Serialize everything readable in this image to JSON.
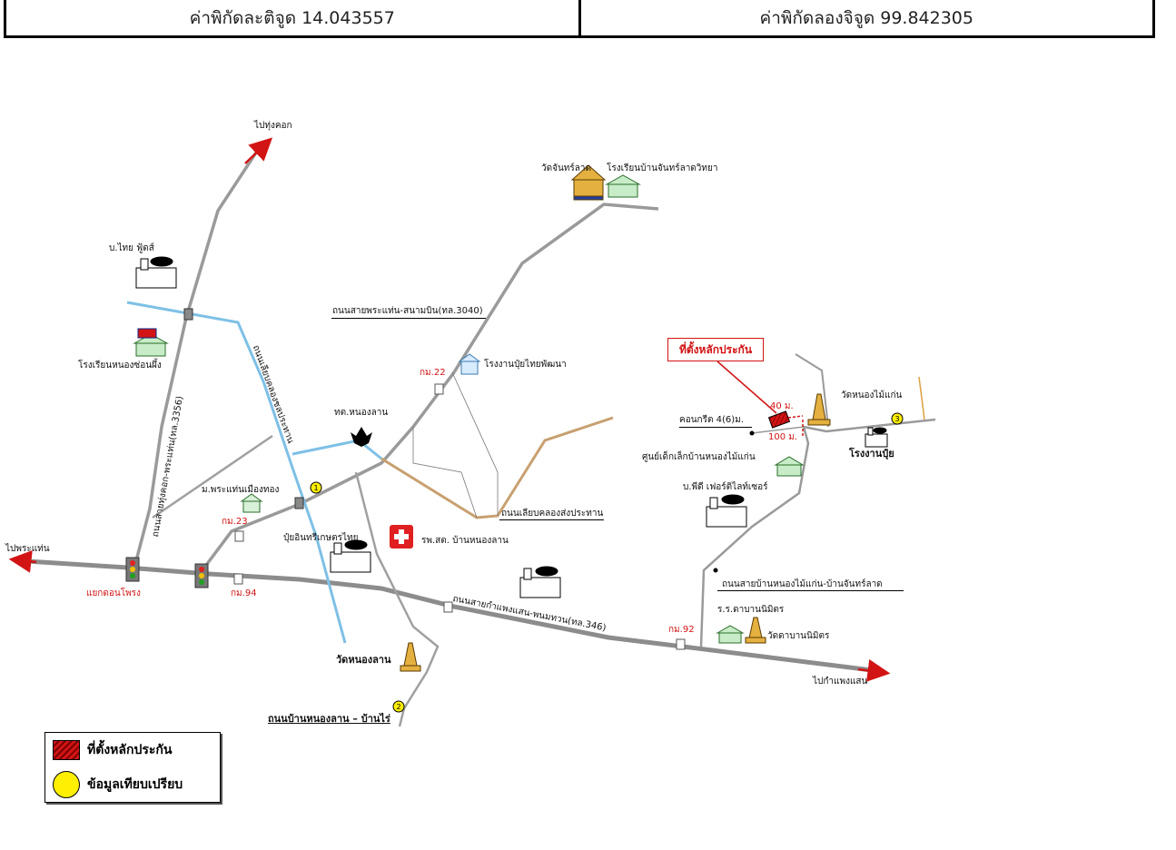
{
  "coordinates": {
    "latitude_label": "ค่าพิกัดละติจูด 14.043557",
    "longitude_label": "ค่าพิกัดลองจิจูด 99.842305"
  },
  "directions": {
    "to_thung_khok": "ไปทุ่งคอก",
    "to_phra_thaen": "ไปพระแท่น",
    "to_kamphaeng_saen": "ไปกำแพงแสน"
  },
  "places": {
    "thai_foods": "บ.ไทย ฟู้ดส์",
    "school_nong_son": "โรงเรียนหนองซ่อนผึ้ง",
    "wat_chan_lad": "วัดจันทร์ลาด",
    "school_chan_lad": "โรงเรียนบ้านจันทร์ลาดวิทยา",
    "fertilizer_factory_phatthana": "โรงงานปุ๋ยไทยพัฒนา",
    "tessaban_nong_lan": "ทต.หนองลาน",
    "moo_ban_phra_thaen": "ม.พระแท่นเมืองทอง",
    "fertilizer_in_kaset": "ปุ๋ยอินทรีเกษตรไทย",
    "hospital": "รพ.สต. บ้านหนองลาน",
    "wat_nong_lan": "วัดหนองลาน",
    "wat_nong_mai_kaen": "วัดหนองไม้แก่น",
    "fertilizer_factory": "โรงงานปุ๋ย",
    "child_center": "ศูนย์เด็กเล็กบ้านหนองไม้แก่น",
    "pd_fertilizer": "บ.พีดี เฟอร์ติไลท์เซอร์",
    "school_daban": "ร.ร.ดาบานนิมิตร",
    "wat_daban": "วัดดาบานนิมิตร",
    "intersection": "แยกดอนโพรง",
    "concrete": "คอนกรีต 4(6)ม."
  },
  "roads": {
    "road_3040": "ถนนสายพระแท่น-สนามบิน(ทล.3040)",
    "road_3356": "ถนนสายทุ่งคอก-พระแท่น(ทล.3356)",
    "road_canal": "ถนนเลียบคลองส่งประทาน",
    "road_canal_2": "ถนนเลียบคลองชลประทาน",
    "road_346": "ถนนสายกำแพงแสน-พนมทวน(ทล.346)",
    "road_nong_mai_kaen": "ถนนสายบ้านหนองไม้แก่น-บ้านจันทร์ลาด",
    "road_nong_lan": "ถนนบ้านหนองลาน – บ้านไร่"
  },
  "km_markers": {
    "km22": "กม.22",
    "km23": "กม.23",
    "km94": "กม.94",
    "km92": "กม.92"
  },
  "site": {
    "label": "ที่ตั้งหลักประกัน",
    "dist_40": "40 ม.",
    "dist_100": "100 ม."
  },
  "comparables": [
    "1",
    "2",
    "3"
  ],
  "legend": {
    "collateral": "ที่ตั้งหลักประกัน",
    "comparison": "ข้อมูลเทียบเปรียบ"
  },
  "colors": {
    "road": "#9a9a9a",
    "canal": "#7ec0e6",
    "arrow": "#d21414",
    "marker": "#ffef00"
  }
}
